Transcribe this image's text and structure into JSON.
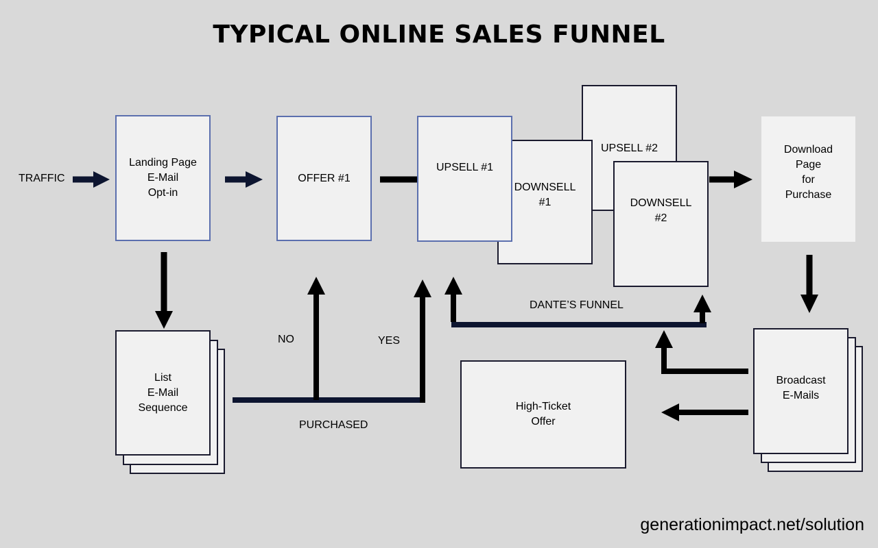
{
  "title": "TYPICAL ONLINE SALES FUNNEL",
  "labels": {
    "traffic": "TRAFFIC",
    "no": "NO",
    "yes": "YES",
    "purchased": "PURCHASED",
    "dantes_funnel": "DANTE’S FUNNEL"
  },
  "boxes": {
    "landing_page": "Landing Page\nE-Mail\nOpt-in",
    "list_email": "List\nE-Mail\nSequence",
    "offer1": "OFFER #1",
    "upsell1": "UPSELL #1",
    "downsell1": "DOWNSELL\n#1",
    "upsell2": "UPSELL #2",
    "downsell2": "DOWNSELL\n#2",
    "download_page": "Download\nPage\nfor\nPurchase",
    "broadcast": "Broadcast\nE-Mails",
    "high_ticket": "High-Ticket\nOffer"
  },
  "footer": "generationimpact.net/solution",
  "colors": {
    "background": "#d9d9d9",
    "box_fill": "#f1f1f1",
    "blue_border": "#5b6fae",
    "dark_line": "#0d1530",
    "black_arrow": "#000000"
  }
}
